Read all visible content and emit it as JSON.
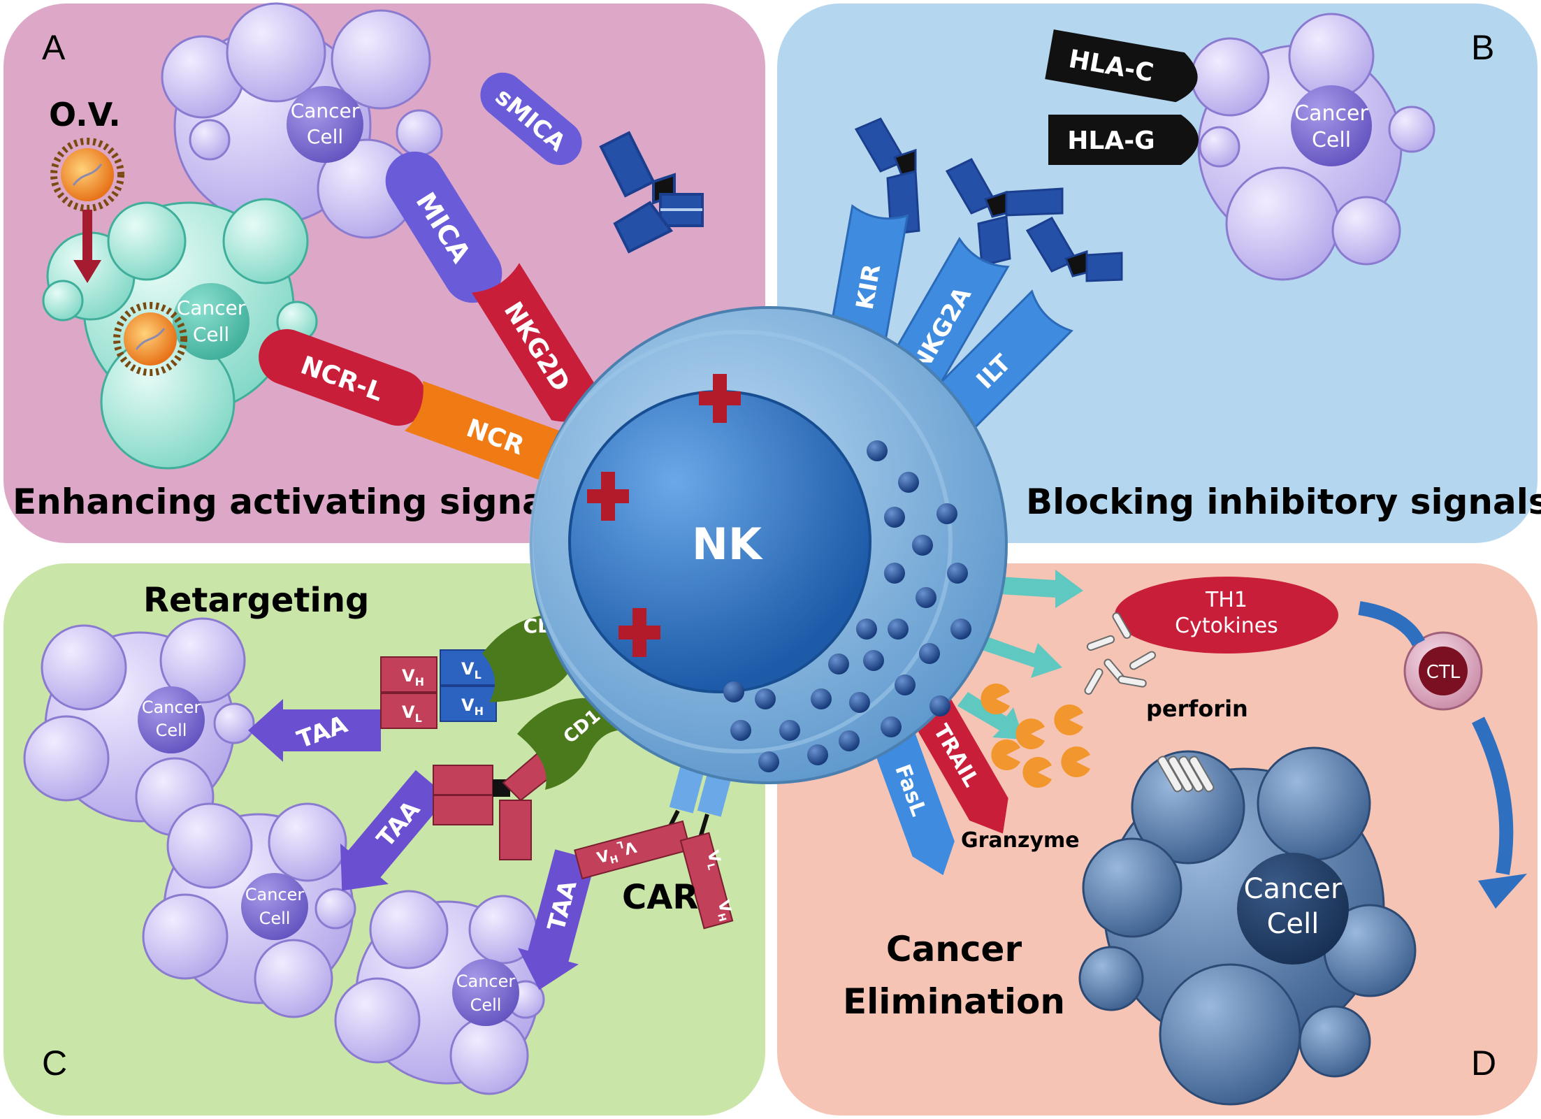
{
  "panels": {
    "a": {
      "letter": "A",
      "title": "Enhancing activating signals",
      "color": "#dda8c8"
    },
    "b": {
      "letter": "B",
      "title": "Blocking inhibitory signals",
      "color": "#b4d6ee"
    },
    "c": {
      "letter": "C",
      "title": "Retargeting",
      "color": "#c9e6a8"
    },
    "d": {
      "letter": "D",
      "title_line1": "Cancer",
      "title_line2": "Elimination",
      "color": "#f6c4b4"
    }
  },
  "nk": {
    "label": "NK"
  },
  "cancer_cell": {
    "line1": "Cancer",
    "line2": "Cell"
  },
  "oncolytic_virus": {
    "label": "O.V."
  },
  "receptors": {
    "smica": "sMICA",
    "mica": "MICA",
    "nkg2d": "NKG2D",
    "ncr_l": "NCR-L",
    "ncr": "NCR",
    "hla_c": "HLA-C",
    "hla_g": "HLA-G",
    "kir": "KIR",
    "nkg2a": "NKG2A",
    "ilt": "ILT",
    "cd16": "CD16",
    "taa": "TAA",
    "car": "CAR",
    "vh": "V",
    "vh_sub": "H",
    "vl": "V",
    "vl_sub": "L"
  },
  "effectors": {
    "th1_line1": "TH1",
    "th1_line2": "Cytokines",
    "perforin": "perforin",
    "granzyme": "Granzyme",
    "trail": "TRAIL",
    "fasl": "FasL",
    "ctl": "CTL"
  },
  "colors": {
    "mica": "#6a5bd8",
    "nkg2d": "#c81e3a",
    "ncr": "#f07a14",
    "nk_outer": "#7fb3de",
    "nk_inner": "#2f73c0",
    "receptor_blue": "#3f8be0",
    "antibody": "#2450a8",
    "hla": "#111111",
    "plus": "#b31b2b",
    "scfv": "#c2405a",
    "cd16": "#4a7a1c",
    "taa": "#6a4fd0",
    "th1": "#c81e3a",
    "cancer_d": "#4a6f9c"
  }
}
